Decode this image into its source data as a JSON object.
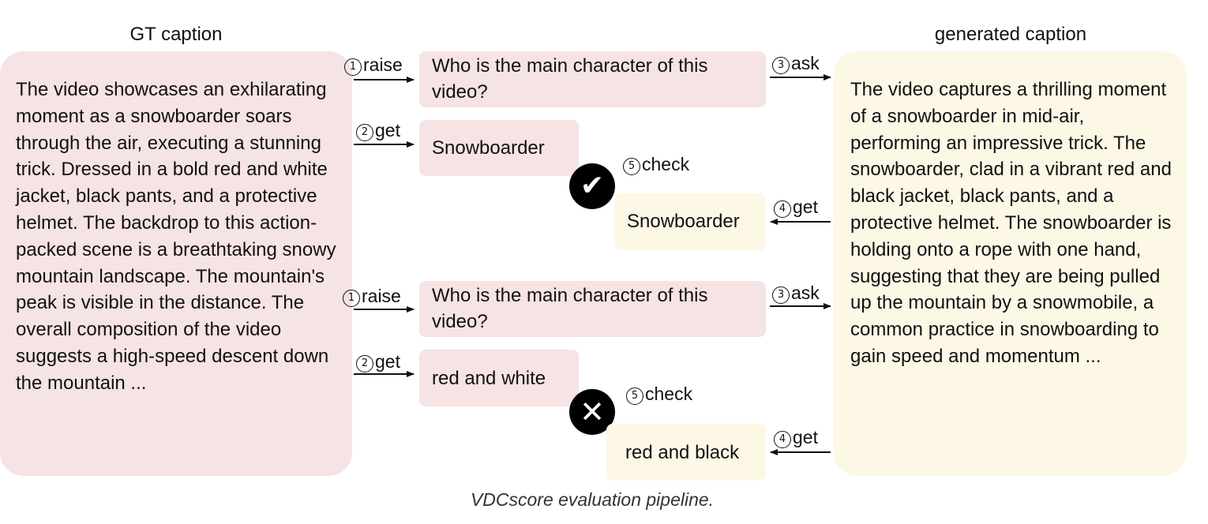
{
  "headings": {
    "gt": "GT caption",
    "generated": "generated caption"
  },
  "gt_caption": "The video showcases an exhilarating moment as a snowboarder soars through the air, executing a stunning trick. Dressed in a bold red and white jacket, black pants, and a protective helmet. The backdrop to this action-packed scene is a breathtaking snowy mountain landscape. The mountain's peak is visible in the distance. The overall composition of the video suggests a high-speed descent down the mountain ...",
  "generated_caption": "The video captures a thrilling moment of a snowboarder in mid-air, performing an impressive trick. The snowboarder, clad in a vibrant red and black jacket, black pants, and a protective helmet. The snowboarder is holding onto a rope with one hand, suggesting that they are being pulled up the mountain by a snowmobile, a common practice in snowboarding to gain speed and momentum ...",
  "steps": {
    "raise": {
      "num": "1",
      "label": "raise"
    },
    "get_gt": {
      "num": "2",
      "label": "get"
    },
    "ask": {
      "num": "3",
      "label": "ask"
    },
    "get_gen": {
      "num": "4",
      "label": "get"
    },
    "check": {
      "num": "5",
      "label": "check"
    }
  },
  "qa_pairs": [
    {
      "question": "Who is the main character of this video?",
      "gt_answer": "Snowboarder",
      "generated_answer": "Snowboarder",
      "verdict": "match",
      "verdict_symbol": "✔"
    },
    {
      "question": "Who is the main character of this video?",
      "gt_answer": "red and white",
      "generated_answer": "red and black",
      "verdict": "mismatch",
      "verdict_symbol": "✕"
    }
  ],
  "footer": "VDCscore evaluation pipeline."
}
